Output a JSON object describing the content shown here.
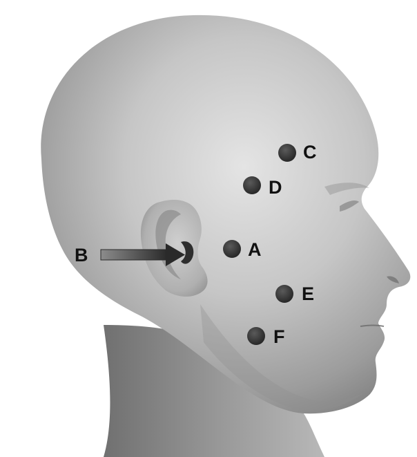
{
  "labels": {
    "a": "A",
    "b": "B",
    "c": "C",
    "d": "D",
    "e": "E",
    "f": "F"
  },
  "colors": {
    "background": "#ffffff",
    "skin_light": "#dcdcdc",
    "skin_mid": "#a8a8a8",
    "skin_dark": "#6e6e6e",
    "marker": "#2e2e2e",
    "arrow": "#3a3a3a",
    "label": "#111111"
  },
  "icons": {
    "marker": "dark-circle-marker",
    "pointer": "right-arrow"
  }
}
